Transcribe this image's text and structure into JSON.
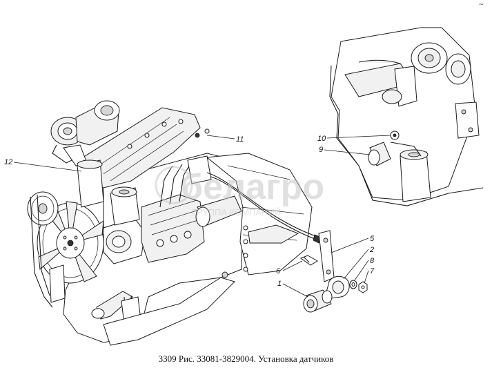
{
  "caption": "3309 Рис. 33081-3829004. Установка датчиков",
  "watermark": {
    "brand": "белагро",
    "tagline": "ГРУППА КОМПАНИЙ"
  },
  "corner_mark": "~",
  "callouts": [
    "1",
    "2",
    "5",
    "6",
    "7",
    "8",
    "9",
    "10",
    "11",
    "12"
  ]
}
